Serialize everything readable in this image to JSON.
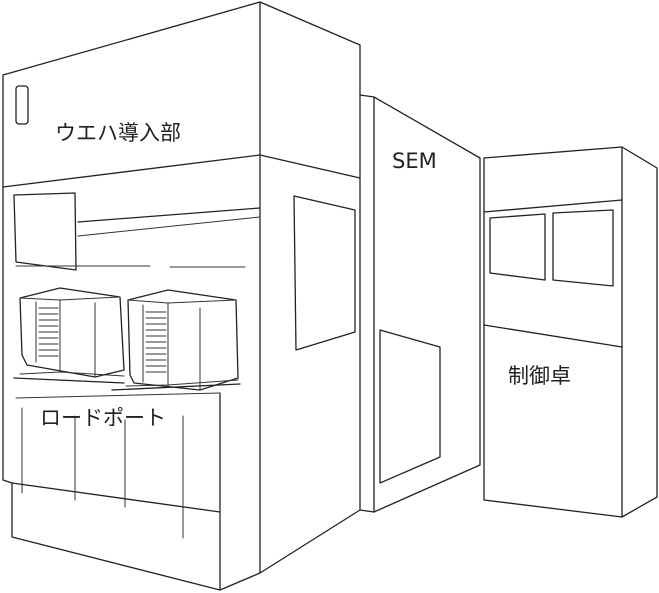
{
  "labels": {
    "wafer_loader": "ウエハ導入部",
    "sem": "SEM",
    "control_console": "制御卓",
    "load_port": "ロードポート"
  },
  "colors": {
    "line": "#222222",
    "background": "#ffffff"
  }
}
